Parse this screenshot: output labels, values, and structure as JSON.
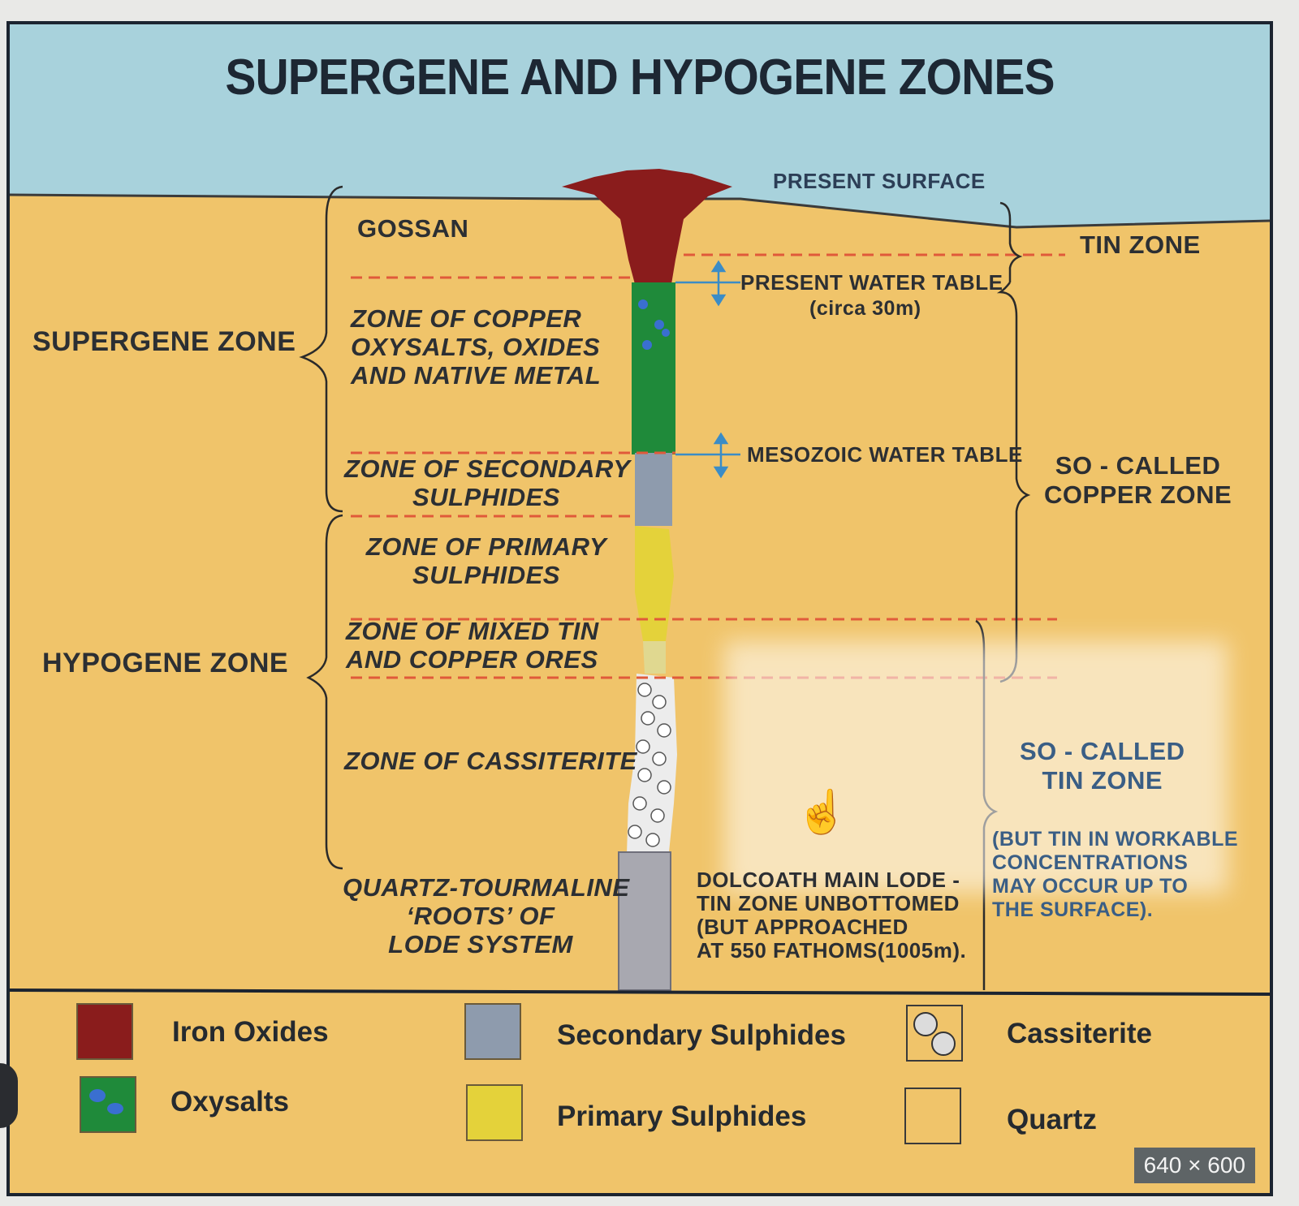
{
  "title": "SUPERGENE AND HYPOGENE ZONES",
  "surface_label": "PRESENT SURFACE",
  "side_zones": {
    "supergene": "SUPERGENE ZONE",
    "hypogene": "HYPOGENE ZONE"
  },
  "zones": {
    "gossan": "GOSSAN",
    "copper_oxysalts": [
      "ZONE OF COPPER",
      "OXYSALTS, OXIDES",
      "AND NATIVE METAL"
    ],
    "secondary_sulphides": [
      "ZONE OF SECONDARY",
      "SULPHIDES"
    ],
    "primary_sulphides": [
      "ZONE OF PRIMARY",
      "SULPHIDES"
    ],
    "mixed": [
      "ZONE OF MIXED TIN",
      "AND COPPER ORES"
    ],
    "cassiterite": "ZONE OF CASSITERITE",
    "quartz_roots": [
      "QUARTZ-TOURMALINE",
      "‘ROOTS’ OF",
      "LODE SYSTEM"
    ]
  },
  "water_tables": {
    "present": "PRESENT WATER TABLE",
    "present_sub": "(circa 30m)",
    "mesozoic": "MESOZOIC WATER TABLE"
  },
  "dolcoath_note": [
    "DOLCOATH MAIN LODE -",
    "TIN ZONE UNBOTTOMED",
    "(BUT APPROACHED",
    "AT 550 FATHOMS(1005m)."
  ],
  "right_zones": {
    "tin_zone": "TIN ZONE",
    "copper_zone": [
      "SO - CALLED",
      "COPPER ZONE"
    ],
    "so_called_tin": [
      "SO - CALLED",
      "TIN ZONE"
    ],
    "tin_note": [
      "(BUT TIN IN WORKABLE",
      "CONCENTRATIONS",
      "MAY OCCUR UP TO",
      "THE SURFACE)."
    ]
  },
  "legend": {
    "iron_oxides": "Iron Oxides",
    "oxysalts": "Oxysalts",
    "secondary_sulphides": "Secondary Sulphides",
    "primary_sulphides": "Primary Sulphides",
    "cassiterite": "Cassiterite",
    "quartz": "Quartz"
  },
  "colors": {
    "sky": "#a8d2dc",
    "ground": "#f0c46a",
    "iron_oxides": "#8a1c1c",
    "oxysalts": "#1f8a3a",
    "secondary_sulphides": "#8e9bad",
    "primary_sulphides": "#e4d23a",
    "cassiterite": "#e6e6e6",
    "quartz": "#a8a8b0",
    "dashed_line": "#e05a3a"
  },
  "image_badge": "640 × 600"
}
